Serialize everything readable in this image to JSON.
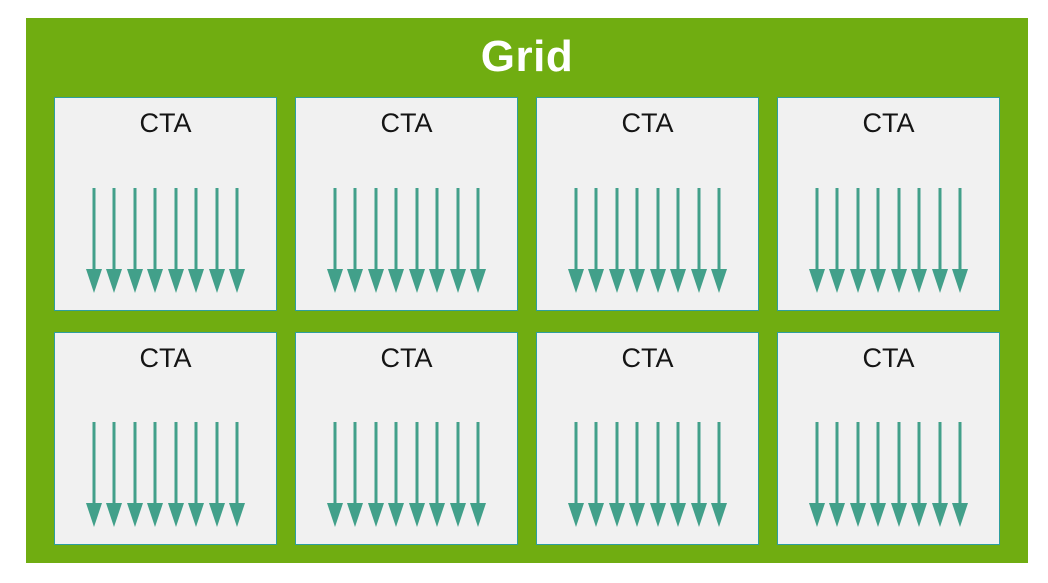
{
  "diagram": {
    "type": "cuda-grid-cta-thread-hierarchy",
    "panel_title": "Grid",
    "panel_color": "#70ad11",
    "title_color": "#ffffff",
    "cta_fill_color": "#f1f1f1",
    "cta_border_color": "#2e9e9e",
    "arrow_color": "#42a08a",
    "rows": 2,
    "columns": 4,
    "cta_count": 8,
    "threads_per_cta": 8,
    "blocks": [
      {
        "label": "CTA",
        "threads": 8
      },
      {
        "label": "CTA",
        "threads": 8
      },
      {
        "label": "CTA",
        "threads": 8
      },
      {
        "label": "CTA",
        "threads": 8
      },
      {
        "label": "CTA",
        "threads": 8
      },
      {
        "label": "CTA",
        "threads": 8
      },
      {
        "label": "CTA",
        "threads": 8
      },
      {
        "label": "CTA",
        "threads": 8
      }
    ]
  }
}
